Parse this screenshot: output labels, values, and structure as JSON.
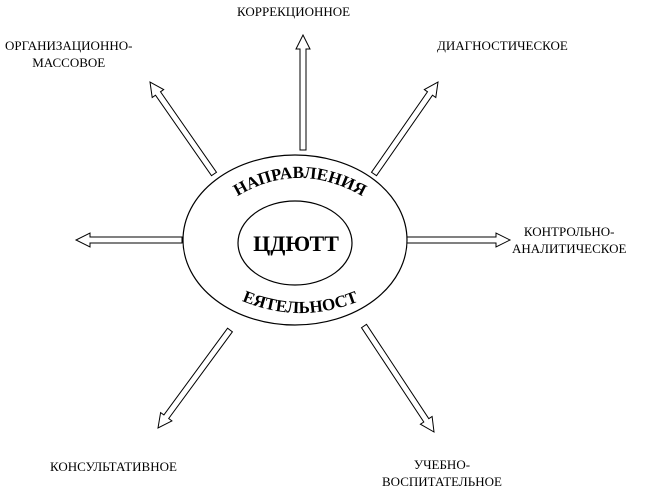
{
  "center": {
    "title": "ЦДЮТТ",
    "arc_top": "НАПРАВЛЕНИЯ",
    "arc_bottom": "ДЕЯТЕЛЬНОСТИ"
  },
  "directions": [
    {
      "id": "correction",
      "lines": [
        "КОРРЕКЦИОННОЕ"
      ]
    },
    {
      "id": "diagnostic",
      "lines": [
        "ДИАГНОСТИЧЕСКОЕ"
      ]
    },
    {
      "id": "organizational",
      "lines": [
        "ОРГАНИЗАЦИОННО-",
        "МАССОВОЕ"
      ]
    },
    {
      "id": "control",
      "lines": [
        "КОНТРОЛЬНО-",
        "АНАЛИТИЧЕСКОЕ"
      ]
    },
    {
      "id": "consultative",
      "lines": [
        "КОНСУЛЬТАТИВНОЕ"
      ]
    },
    {
      "id": "educational",
      "lines": [
        "УЧЕБНО-",
        "ВОСПИТАТЕЛЬНОЕ"
      ]
    }
  ],
  "colors": {
    "stroke": "#000000",
    "fill": "#ffffff"
  }
}
